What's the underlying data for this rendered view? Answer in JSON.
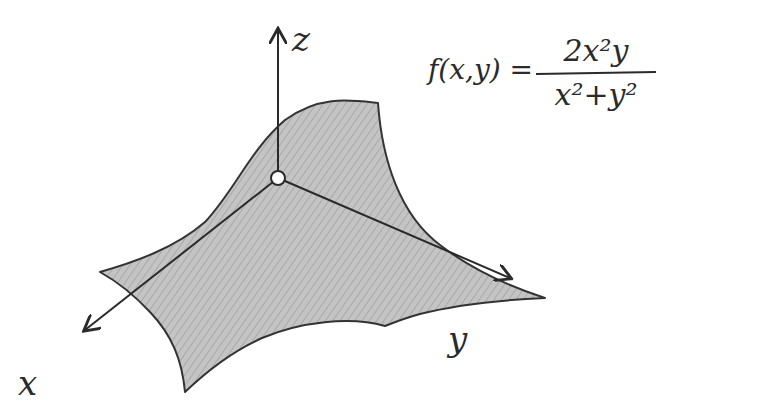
{
  "diagram": {
    "labels": [
      "z",
      "f(x,y) =",
      "2x²y",
      "x²+y²",
      "y",
      "x"
    ]
  }
}
